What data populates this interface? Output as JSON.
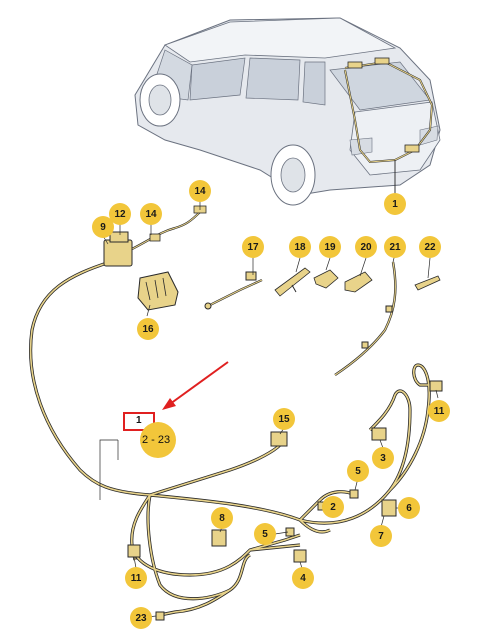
{
  "callouts": {
    "c1_top": "1",
    "c14_a": "14",
    "c9": "9",
    "c12": "12",
    "c14_b": "14",
    "c16": "16",
    "c17": "17",
    "c18": "18",
    "c19": "19",
    "c20": "20",
    "c21": "21",
    "c22": "22",
    "c15": "15",
    "c11_right": "11",
    "c3": "3",
    "c5_right": "5",
    "c2": "2",
    "c6": "6",
    "c7": "7",
    "c8": "8",
    "c5_left": "5",
    "c4": "4",
    "c11_left": "11",
    "c23": "23",
    "c1_box": "1"
  },
  "range_label": "2 - 23",
  "colors": {
    "callout_fill": "#f2c63a",
    "harness": "#e8d38a",
    "highlight_box": "#e02020",
    "arrow": "#e02020",
    "car_body": "#e6e9ee",
    "car_outline": "#6b7280"
  }
}
